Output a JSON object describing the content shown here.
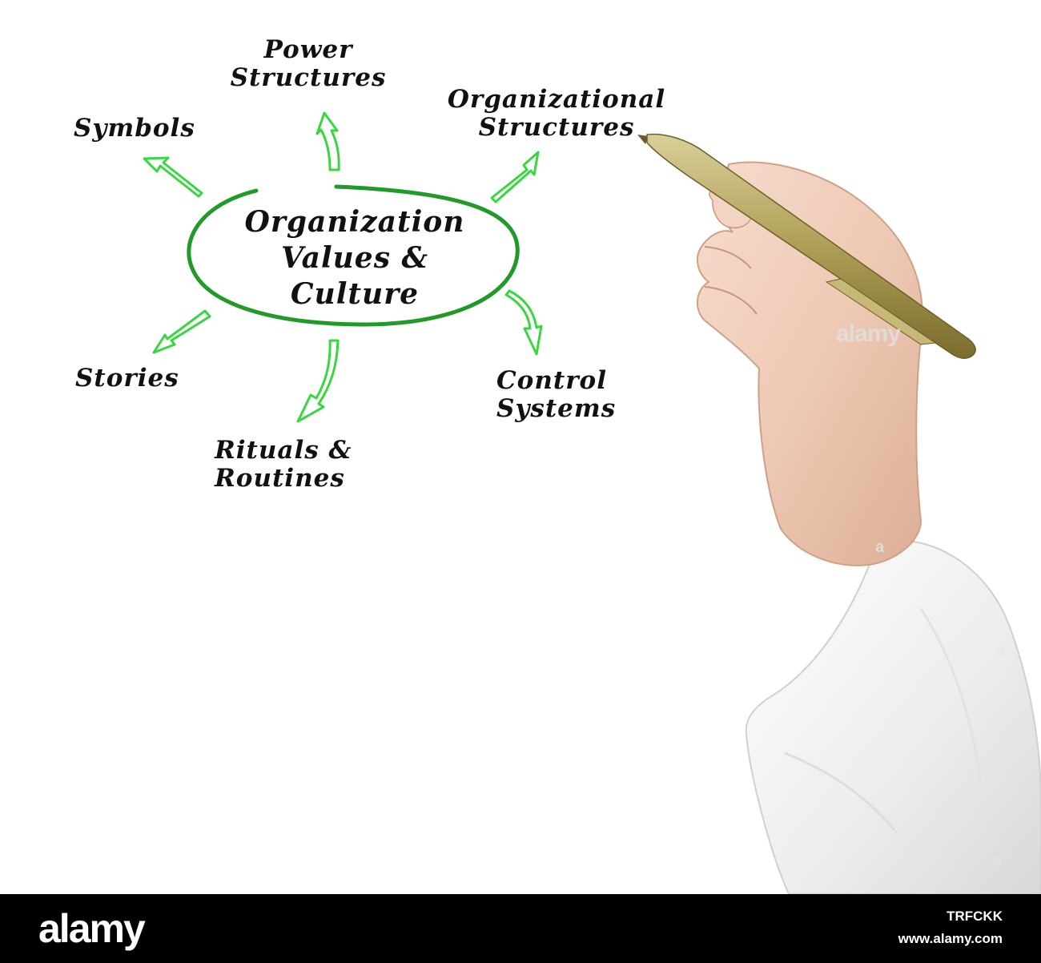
{
  "diagram": {
    "center": {
      "lines": [
        "Organization",
        "Values &",
        "Culture"
      ]
    },
    "nodes": {
      "power": {
        "lines": [
          "Power",
          "Structures"
        ]
      },
      "organizational": {
        "lines": [
          "Organizational",
          "Structures"
        ]
      },
      "symbols": {
        "lines": [
          "Symbols"
        ]
      },
      "stories": {
        "lines": [
          "Stories"
        ]
      },
      "rituals": {
        "lines": [
          "Rituals &",
          "Routines"
        ]
      },
      "control": {
        "lines": [
          "Control",
          "Systems"
        ]
      }
    },
    "arrow_color": "#39d642",
    "ellipse_color": "#229a2a"
  },
  "watermarks": {
    "main": "alamy",
    "small": "a"
  },
  "footer": {
    "logo": "alamy",
    "image_id": "TRFCKK",
    "url": "www.alamy.com"
  }
}
